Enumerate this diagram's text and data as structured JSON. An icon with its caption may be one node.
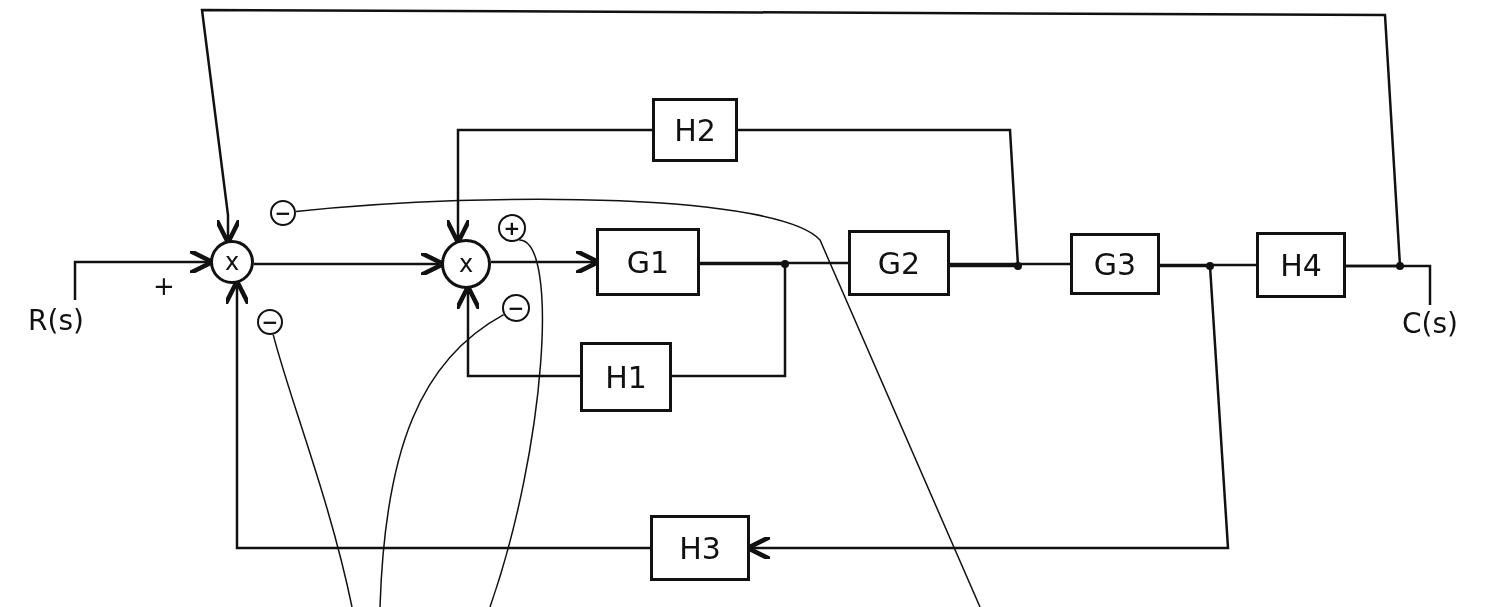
{
  "diagram": {
    "nodes": [
      {
        "text": [
          "H2"
        ]
      },
      {
        "text": [
          "R(s)"
        ]
      },
      {
        "text": [
          "x"
        ]
      },
      {
        "text": [
          "−"
        ]
      },
      {
        "text": [
          "−"
        ]
      },
      {
        "text": [
          "x"
        ]
      },
      {
        "text": [
          "+"
        ]
      },
      {
        "text": [
          "−"
        ]
      },
      {
        "text": [
          "G1"
        ]
      },
      {
        "text": [
          "G2"
        ]
      },
      {
        "text": [
          "G3"
        ]
      },
      {
        "text": [
          "H4"
        ]
      },
      {
        "text": [
          "C(s)"
        ]
      },
      {
        "text": [
          "H1"
        ]
      },
      {
        "text": [
          "H3"
        ]
      }
    ],
    "edges": [
      {
        "from": 1,
        "to": 2,
        "arrow": "to",
        "label": "+"
      },
      {
        "from": 2,
        "to": 5,
        "arrow": "to"
      },
      {
        "from": 5,
        "to": 8,
        "arrow": "to"
      },
      {
        "from": 8,
        "to": 9,
        "arrow": "none"
      },
      {
        "from": 9,
        "to": 10,
        "arrow": "none"
      },
      {
        "from": 10,
        "to": 11,
        "arrow": "none"
      },
      {
        "from": 11,
        "to": 12,
        "arrow": "none"
      },
      {
        "from": 8,
        "to": 13,
        "arrow": "none"
      },
      {
        "from": 13,
        "to": 5,
        "arrow": "to"
      },
      {
        "from": 9,
        "to": 0,
        "arrow": "none"
      },
      {
        "from": 0,
        "to": 5,
        "arrow": "to"
      },
      {
        "from": 10,
        "to": 14,
        "arrow": "to"
      },
      {
        "from": 14,
        "to": 2,
        "arrow": "to"
      },
      {
        "from": 11,
        "to": 2,
        "arrow": "to"
      },
      {
        "from": 3,
        "to": null,
        "arrow": "none"
      },
      {
        "from": 4,
        "to": null,
        "arrow": "none"
      },
      {
        "from": 6,
        "to": null,
        "arrow": "none"
      },
      {
        "from": 7,
        "to": null,
        "arrow": "none"
      }
    ]
  }
}
